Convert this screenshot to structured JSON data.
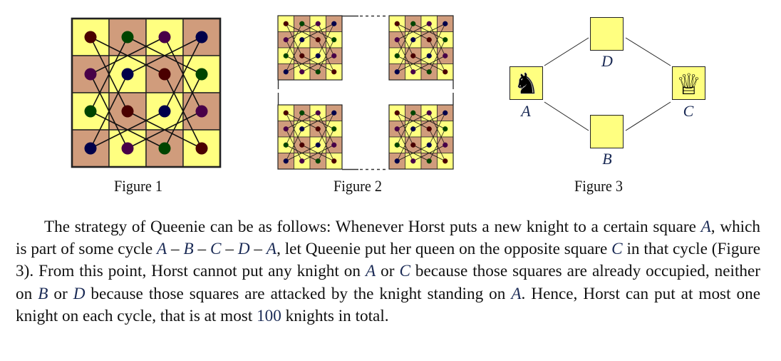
{
  "colors": {
    "light_square": "#FFFF80",
    "dark_square": "#D09C7C",
    "grid_line": "#222222",
    "math_text": "#1a2a55"
  },
  "figure1": {
    "caption": "Figure 1",
    "board_size": 4,
    "dot_colors": {
      "red": "#4A0000",
      "green": "#004400",
      "purple": "#480048",
      "navy": "#00004A"
    },
    "dots": [
      [
        "red",
        "green",
        "purple",
        "navy"
      ],
      [
        "purple",
        "navy",
        "red",
        "green"
      ],
      [
        "green",
        "red",
        "navy",
        "purple"
      ],
      [
        "navy",
        "purple",
        "green",
        "red"
      ]
    ],
    "cycles": [
      {
        "color": "red",
        "squares": [
          [
            0,
            0
          ],
          [
            1,
            2
          ],
          [
            3,
            3
          ],
          [
            2,
            1
          ]
        ]
      },
      {
        "color": "green",
        "squares": [
          [
            0,
            1
          ],
          [
            2,
            0
          ],
          [
            3,
            2
          ],
          [
            1,
            3
          ]
        ]
      },
      {
        "color": "purple",
        "squares": [
          [
            0,
            2
          ],
          [
            1,
            0
          ],
          [
            3,
            1
          ],
          [
            2,
            3
          ]
        ]
      },
      {
        "color": "navy",
        "squares": [
          [
            0,
            3
          ],
          [
            2,
            2
          ],
          [
            3,
            0
          ],
          [
            1,
            1
          ]
        ]
      }
    ]
  },
  "figure2": {
    "caption": "Figure 2",
    "boards": 4
  },
  "figure3": {
    "caption": "Figure 3",
    "nodes": [
      {
        "id": "A",
        "label": "A",
        "piece": "black-knight",
        "glyph": "♞"
      },
      {
        "id": "D",
        "label": "D",
        "piece": "",
        "glyph": ""
      },
      {
        "id": "C",
        "label": "C",
        "piece": "white-queen",
        "glyph": "♕"
      },
      {
        "id": "B",
        "label": "B",
        "piece": "",
        "glyph": ""
      }
    ],
    "edges": [
      [
        "A",
        "D"
      ],
      [
        "D",
        "C"
      ],
      [
        "C",
        "B"
      ],
      [
        "B",
        "A"
      ]
    ]
  },
  "paragraph": {
    "segments": [
      {
        "t": "The strategy of Queenie can be as follows: Whenever Horst puts a new knight to a certain square "
      },
      {
        "t": "A",
        "m": true
      },
      {
        "t": ", which is part of some cycle "
      },
      {
        "t": "A",
        "m": true
      },
      {
        "t": " – "
      },
      {
        "t": "B",
        "m": true
      },
      {
        "t": " – "
      },
      {
        "t": "C",
        "m": true
      },
      {
        "t": " – "
      },
      {
        "t": "D",
        "m": true
      },
      {
        "t": " – "
      },
      {
        "t": "A",
        "m": true
      },
      {
        "t": ", let Queenie put her queen on the opposite square "
      },
      {
        "t": "C",
        "m": true
      },
      {
        "t": " in that cycle (Figure 3). From this point, Horst cannot put any knight on "
      },
      {
        "t": "A",
        "m": true
      },
      {
        "t": " or "
      },
      {
        "t": "C",
        "m": true
      },
      {
        "t": " because those squares are already occupied, neither on "
      },
      {
        "t": "B",
        "m": true
      },
      {
        "t": " or "
      },
      {
        "t": "D",
        "m": true
      },
      {
        "t": " because those squares are attacked by the knight standing on "
      },
      {
        "t": "A",
        "m": true
      },
      {
        "t": ". Hence, Horst can put at most one knight on each cycle, that is at most "
      },
      {
        "t": "100",
        "n": true
      },
      {
        "t": " knights in total."
      }
    ]
  }
}
